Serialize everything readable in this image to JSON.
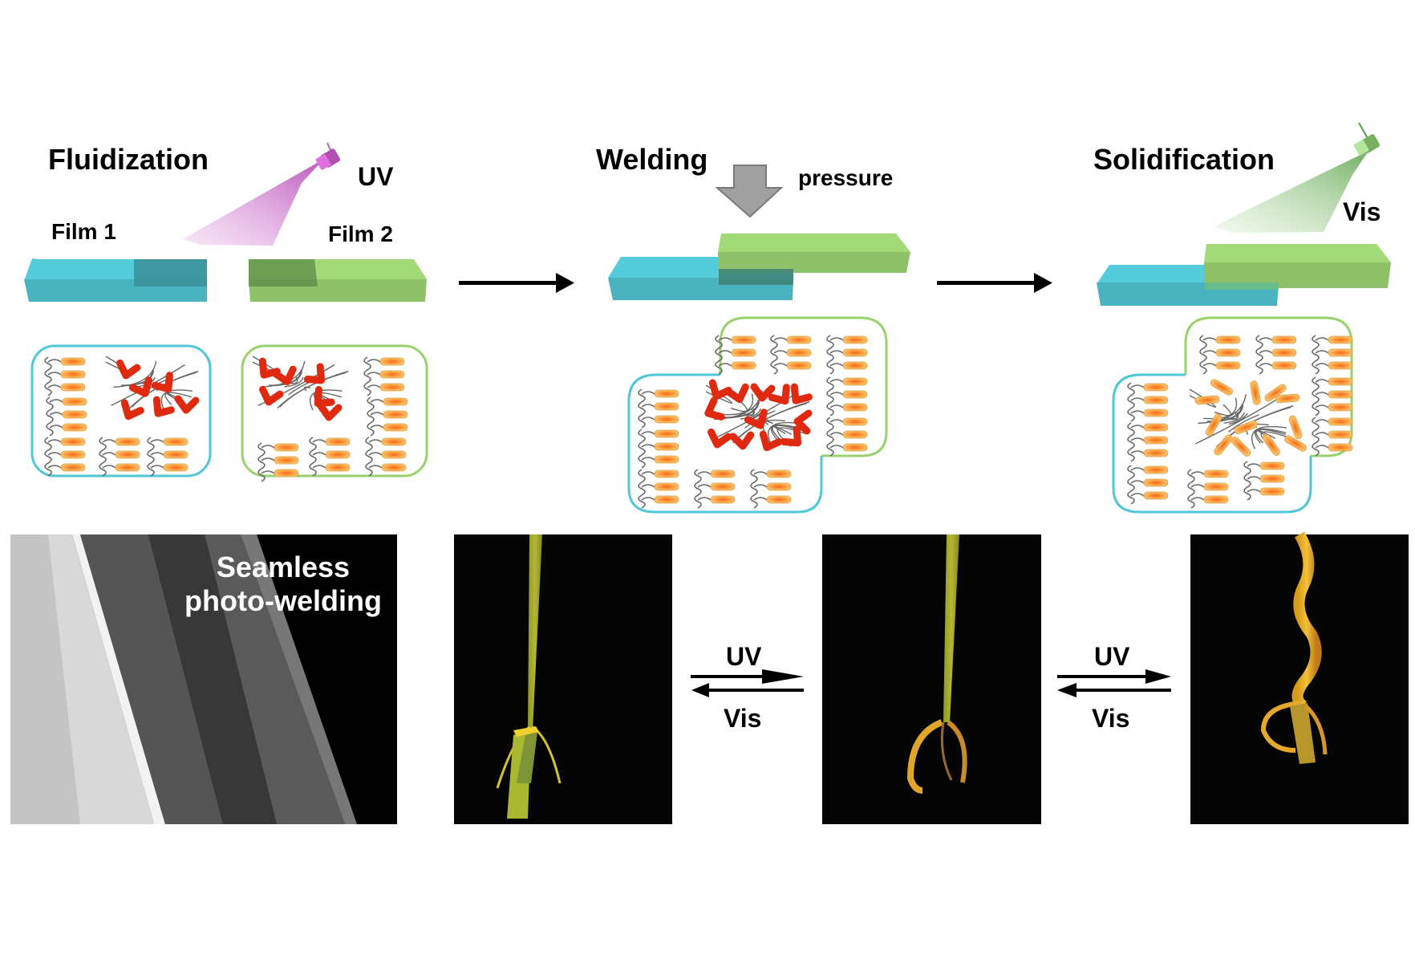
{
  "stages": {
    "fluidization": {
      "title": "Fluidization",
      "light": "UV",
      "film1": "Film 1",
      "film2": "Film 2"
    },
    "welding": {
      "title": "Welding",
      "force": "pressure"
    },
    "solidification": {
      "title": "Solidification",
      "light": "Vis"
    }
  },
  "photos": {
    "sem_caption_line1": "Seamless",
    "sem_caption_line2": "photo-welding"
  },
  "reversible_arrows": [
    {
      "forward": "UV",
      "backward": "Vis"
    },
    {
      "forward": "UV",
      "backward": "Vis"
    }
  ],
  "colors": {
    "film1": "#4fc3d2",
    "film2": "#9bd46f",
    "uv_beam": "#c45cc4",
    "vis_beam": "#7fbf6a",
    "azobenzene_cis": "#e02a10",
    "azobenzene_trans": "#f7a336",
    "backbone": "#666666"
  }
}
